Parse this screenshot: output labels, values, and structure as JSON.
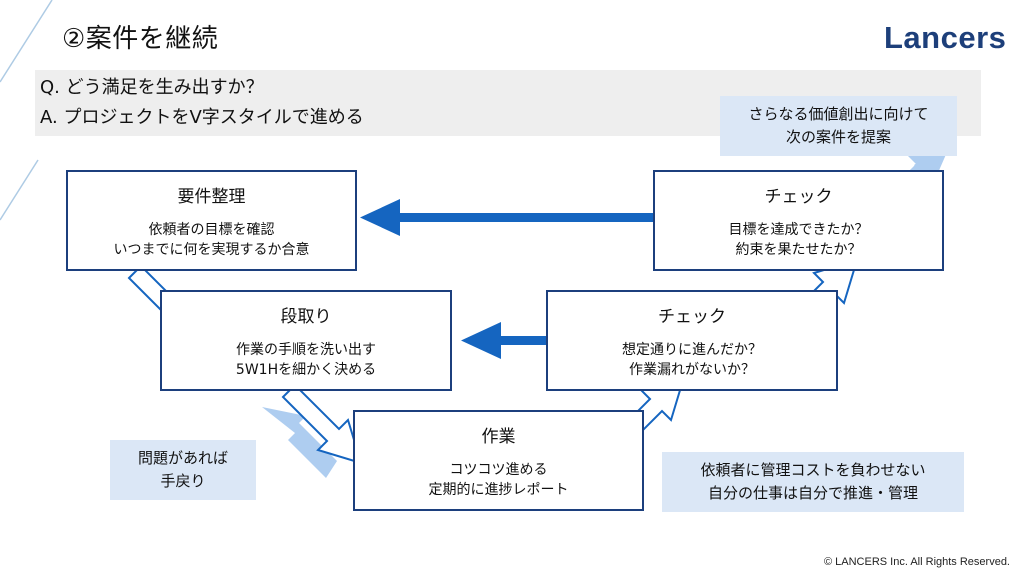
{
  "header": {
    "title": "②案件を継続",
    "logo": "Lancers"
  },
  "qa": {
    "question": "Q. どう満足を生み出すか？",
    "answer": "A. プロジェクトをV字スタイルで進める"
  },
  "steps": [
    {
      "title": "要件整理",
      "desc": [
        "依頼者の目標を確認",
        "いつまでに何を実現するか合意"
      ]
    },
    {
      "title": "段取り",
      "desc": [
        "作業の手順を洗い出す",
        "5W1Hを細かく決める"
      ]
    },
    {
      "title": "作業",
      "desc": [
        "コツコツ進める",
        "定期的に進捗レポート"
      ]
    },
    {
      "title": "チェック",
      "desc": [
        "想定通りに進んだか？",
        "作業漏れがないか？"
      ]
    },
    {
      "title": "チェック",
      "desc": [
        "目標を達成できたか？",
        "約束を果たせたか？"
      ]
    }
  ],
  "notes": {
    "proposal": "さらなる価値創出に向けて\n次の案件を提案",
    "rework": "問題があれば\n手戻り",
    "policy": "依頼者に管理コストを負わせない\n自分の仕事は自分で推進・管理"
  },
  "colors": {
    "box_border": "#1c3f7d",
    "arrow_blue": "#1565c0",
    "arrow_light": "#aecdf0",
    "note_bg": "#dbe7f6",
    "logo": "#1d3f7a"
  },
  "footer": {
    "copyright": "© LANCERS Inc. All Rights Reserved."
  }
}
